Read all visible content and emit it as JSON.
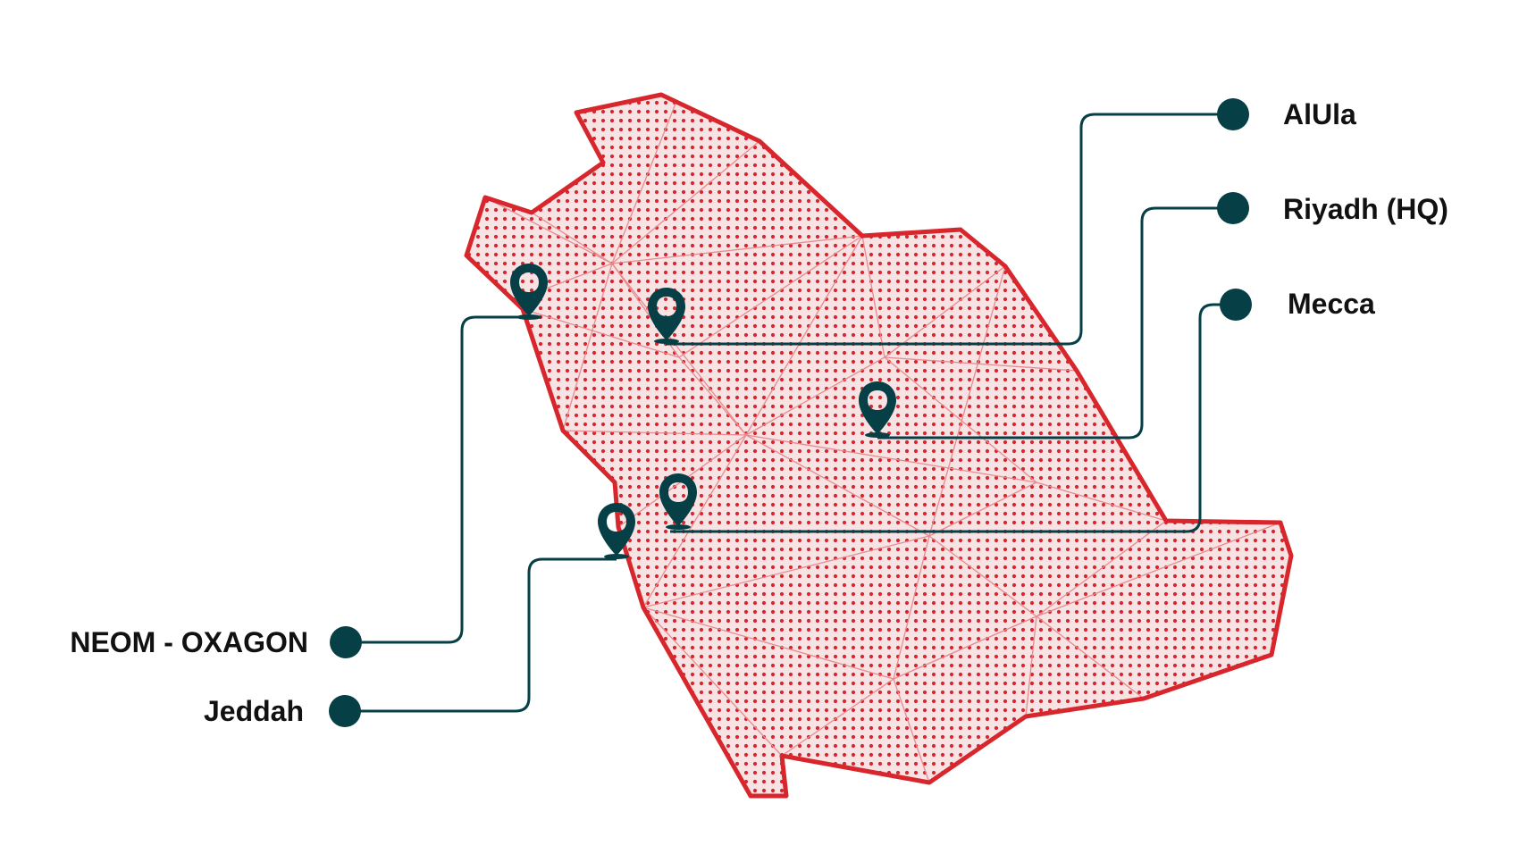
{
  "colors": {
    "country_fill": "#f7e3e4",
    "country_border": "#d8262d",
    "dot_pattern": "#d8262d",
    "mesh_lines": "#e88a8e",
    "marker": "#063f45",
    "leader": "#063f45",
    "label_text": "#111111"
  },
  "locations": [
    {
      "id": "alula",
      "label": "AlUla"
    },
    {
      "id": "riyadh",
      "label": "Riyadh (HQ)"
    },
    {
      "id": "mecca",
      "label": "Mecca"
    },
    {
      "id": "neom",
      "label": "NEOM - OXAGON"
    },
    {
      "id": "jeddah",
      "label": "Jeddah"
    }
  ],
  "icons": {
    "marker": "map-pin-icon",
    "endpoint": "dot-endpoint-icon"
  }
}
